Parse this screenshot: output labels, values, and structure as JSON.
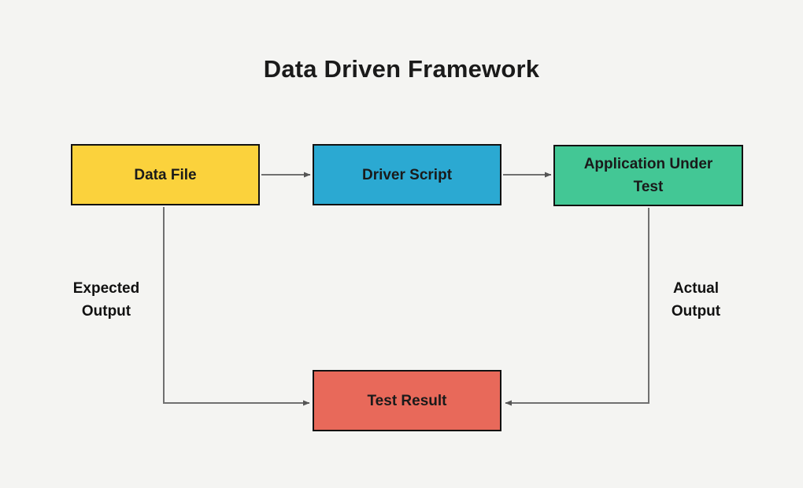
{
  "title": "Data Driven Framework",
  "nodes": [
    {
      "id": "data-file",
      "label": "Data File",
      "color": "#fbd23c"
    },
    {
      "id": "driver-script",
      "label": "Driver Script",
      "color": "#2ba9d2"
    },
    {
      "id": "application-under-test",
      "label": "Application Under Test",
      "color": "#43c795"
    },
    {
      "id": "test-result",
      "label": "Test Result",
      "color": "#e8695a"
    }
  ],
  "edge_labels": [
    {
      "id": "expected-output",
      "label": "Expected Output"
    },
    {
      "id": "actual-output",
      "label": "Actual Output"
    }
  ],
  "edges": [
    {
      "from": "data-file",
      "to": "driver-script"
    },
    {
      "from": "driver-script",
      "to": "application-under-test"
    },
    {
      "from": "data-file",
      "to": "test-result",
      "label": "Expected Output"
    },
    {
      "from": "application-under-test",
      "to": "test-result",
      "label": "Actual Output"
    }
  ],
  "colors": {
    "background": "#f4f4f2",
    "connector": "#707070",
    "box_border": "#111111",
    "text": "#1a1a1a"
  }
}
